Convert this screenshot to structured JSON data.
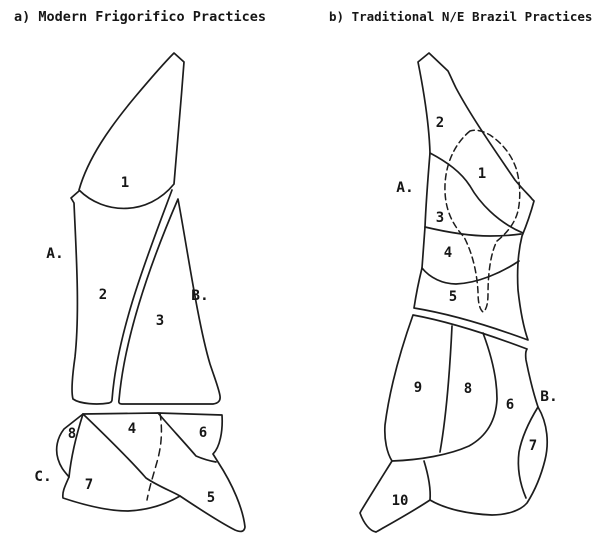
{
  "figure": {
    "background": "#ffffff",
    "line_color": "#1d1d1d",
    "diagram_a": {
      "title": "a) Modern Frigorifico Practices",
      "section_labels": {
        "A": "A.",
        "B": "B.",
        "C": "C."
      },
      "cut_labels": {
        "l1": "1",
        "l2": "2",
        "l3": "3",
        "l4": "4",
        "l5": "5",
        "l6": "6",
        "l7": "7",
        "l8": "8"
      }
    },
    "diagram_b": {
      "title": "b) Traditional N/E Brazil Practices",
      "section_labels": {
        "A": "A.",
        "B": "B."
      },
      "cut_labels": {
        "l1": "1",
        "l2": "2",
        "l3": "3",
        "l4": "4",
        "l5": "5",
        "l6": "6",
        "l7": "7",
        "l8": "8",
        "l9": "9",
        "l10": "10"
      }
    }
  }
}
